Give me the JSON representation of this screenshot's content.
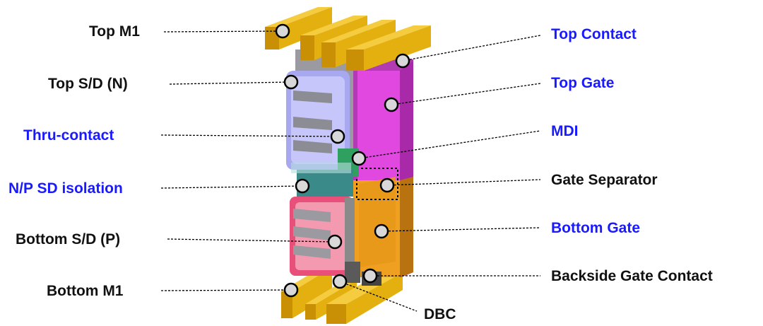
{
  "diagram": {
    "labels_left": [
      {
        "id": "top-m1",
        "text": "Top M1",
        "color": "#111111"
      },
      {
        "id": "top-sd-n",
        "text": "Top S/D (N)",
        "color": "#111111"
      },
      {
        "id": "thru-contact",
        "text": "Thru-contact",
        "color": "#1a1aff"
      },
      {
        "id": "np-sd-isolation",
        "text": "N/P SD isolation",
        "color": "#1a1aff"
      },
      {
        "id": "bottom-sd-p",
        "text": "Bottom S/D (P)",
        "color": "#111111"
      },
      {
        "id": "bottom-m1",
        "text": "Bottom M1",
        "color": "#111111"
      }
    ],
    "labels_right": [
      {
        "id": "top-contact",
        "text": "Top Contact",
        "color": "#1a1aff"
      },
      {
        "id": "top-gate",
        "text": "Top Gate",
        "color": "#1a1aff"
      },
      {
        "id": "mdi",
        "text": "MDI",
        "color": "#1a1aff"
      },
      {
        "id": "gate-separator",
        "text": "Gate Separator",
        "color": "#111111"
      },
      {
        "id": "bottom-gate",
        "text": "Bottom Gate",
        "color": "#1a1aff"
      },
      {
        "id": "backside-gate-contact",
        "text": "Backside Gate Contact",
        "color": "#111111"
      }
    ],
    "label_bottom": {
      "id": "dbc",
      "text": "DBC",
      "color": "#111111"
    },
    "colors": {
      "metal": "#e3b00f",
      "gate_top": "#e048e0",
      "gate_bottom": "#f0a020",
      "sd_n": "#a8a8f0",
      "sd_p": "#e8507a",
      "isolation": "#3a8a8a",
      "mdi": "#30a060",
      "contact": "#888888"
    }
  }
}
